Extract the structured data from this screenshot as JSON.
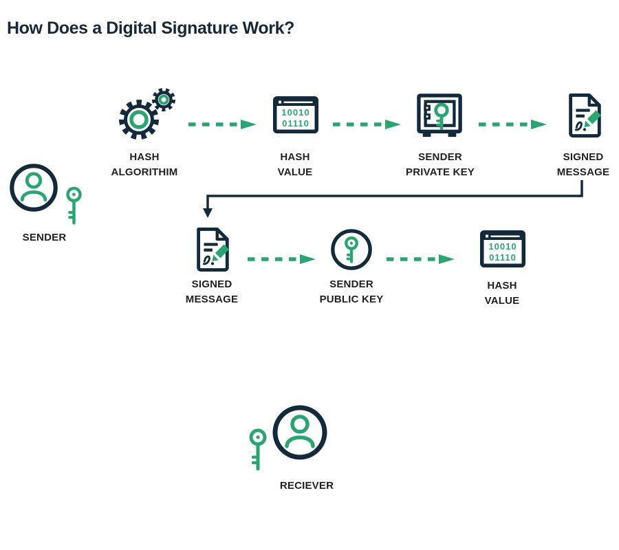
{
  "title": "How Does a Digital Signature Work?",
  "colors": {
    "navy": "#132a3c",
    "green": "#28a571",
    "label_text": "#212121",
    "background": "#ffffff"
  },
  "sender": {
    "label": "SENDER",
    "icon": "person-circle-icon",
    "key_icon": "key-icon"
  },
  "receiver": {
    "label": "RECIEVER",
    "icon": "person-circle-icon",
    "key_icon": "key-icon"
  },
  "row1": {
    "hash_algorithm": {
      "label": "HASH\nALGORITHIM",
      "icon": "gears-icon"
    },
    "hash_value": {
      "label": "HASH\nVALUE",
      "icon": "binary-window-icon",
      "binary": "10010\n01110"
    },
    "sender_private_key": {
      "label": "SENDER\nPRIVATE KEY",
      "icon": "safe-icon"
    },
    "signed_message": {
      "label": "SIGNED\nMESSAGE",
      "icon": "signed-document-icon"
    }
  },
  "row2": {
    "signed_message": {
      "label": "SIGNED\nMESSAGE",
      "icon": "signed-document-icon"
    },
    "sender_public_key": {
      "label": "SENDER\nPUBLIC KEY",
      "icon": "public-key-circle-icon"
    },
    "hash_value": {
      "label": "HASH\nVALUE",
      "icon": "binary-window-icon",
      "binary": "10010\n01110"
    }
  }
}
